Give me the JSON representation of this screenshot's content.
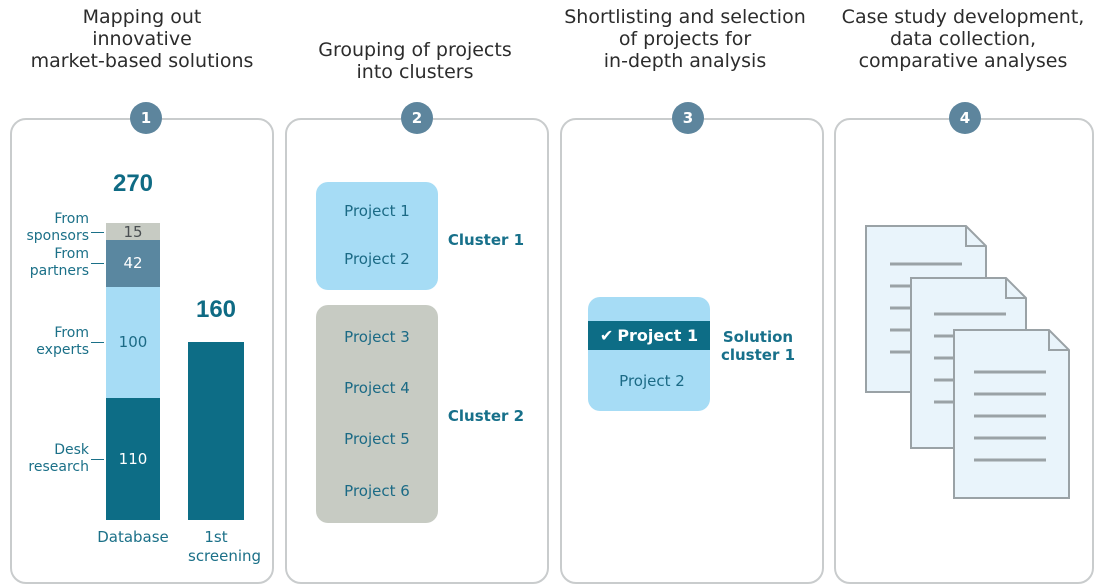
{
  "steps": [
    {
      "number": "1",
      "title": "Mapping out\ninnovative\nmarket-based solutions"
    },
    {
      "number": "2",
      "title": "Grouping of projects\ninto clusters"
    },
    {
      "number": "3",
      "title": "Shortlisting and selection\nof projects for\nin-depth analysis"
    },
    {
      "number": "4",
      "title": "Case study development,\ndata collection,\ncomparative analyses"
    }
  ],
  "chart_data": {
    "type": "bar",
    "categories": [
      "Database",
      "1st\nscreening"
    ],
    "totals": [
      "270",
      "160"
    ],
    "database_segments": [
      {
        "label": "Desk\nresearch",
        "value": 110,
        "value_text": "110",
        "color": "#0d6d86"
      },
      {
        "label": "From\nexperts",
        "value": 100,
        "value_text": "100",
        "color": "#a6dcf5"
      },
      {
        "label": "From\npartners",
        "value": 42,
        "value_text": "42",
        "color": "#5a87a0"
      },
      {
        "label": "From\nsponsors",
        "value": 15,
        "value_text": "15",
        "color": "#c7cbc3"
      }
    ],
    "screening_value": 160,
    "screening_color": "#0d6d86"
  },
  "clusters": [
    {
      "label": "Cluster 1",
      "projects": [
        "Project 1",
        "Project 2"
      ],
      "color": "#a6dcf5"
    },
    {
      "label": "Cluster 2",
      "projects": [
        "Project 3",
        "Project 4",
        "Project 5",
        "Project 6"
      ],
      "color": "#c7cbc3"
    }
  ],
  "selection": {
    "selected": "Project 1",
    "check": "✔",
    "other": "Project 2",
    "label": "Solution\ncluster 1"
  },
  "colors": {
    "accent": "#1b7088",
    "dark": "#0d6d86",
    "light": "#a6dcf5",
    "gray": "#c7cbc3"
  }
}
